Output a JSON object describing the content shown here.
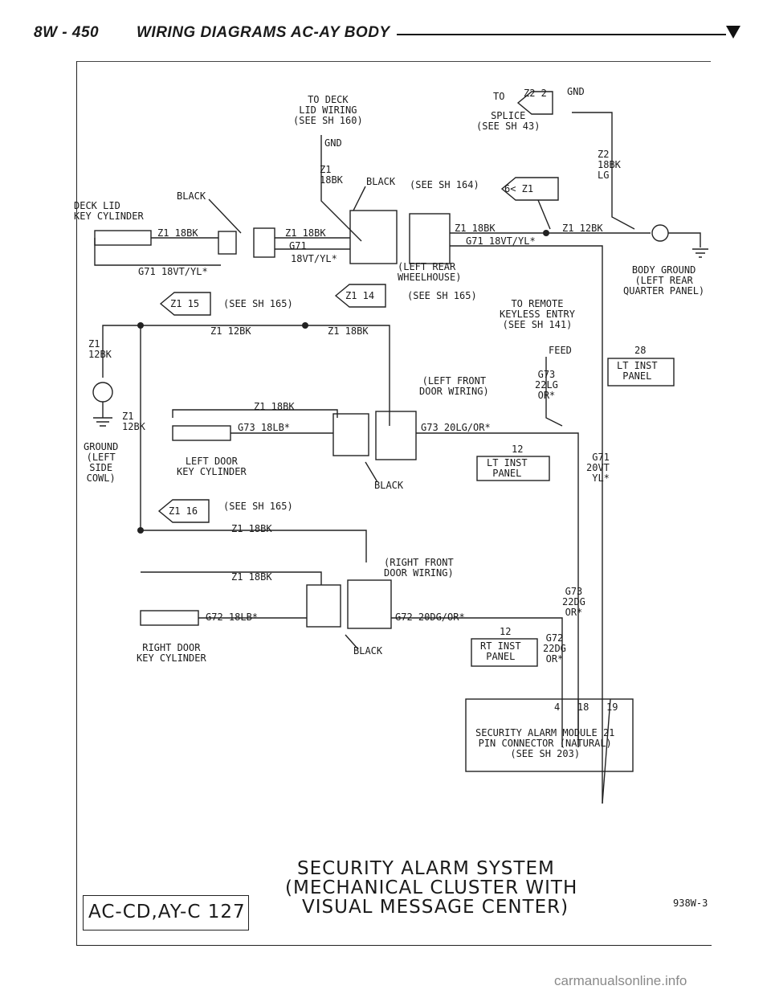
{
  "header": {
    "page_number": "8W - 450",
    "title": "WIRING DIAGRAMS AC-AY BODY"
  },
  "labels": {
    "to_deck_lid": "TO DECK\nLID WIRING\n(SEE SH 160)",
    "gnd_top": "GND",
    "z1_18bk_top": "Z1\n18BK",
    "black_top_center": "BLACK",
    "see_sh_164": "(SEE SH 164)",
    "splice_z1": "6< Z1",
    "to_splice": "TO",
    "splice_z22": "Z2 2",
    "gnd_right": "GND",
    "splice_see_43": "SPLICE\n(SEE SH 43)",
    "z2_18bk_lg": "Z2\n18BK\nLG",
    "deck_lid_key_cyl": "DECK LID\nKEY CYLINDER",
    "black_left": "BLACK",
    "z1_18bk_deck": "Z1 18BK",
    "z1_18bk_mid": "Z1 18BK",
    "g71_mid": "G71",
    "g71_18vt_yl_mid": "18VT/YL*",
    "g71_18vt_yl_left": "G71 18VT/YL*",
    "z1_18bk_right_conn": "Z1 18BK",
    "g71_18vt_yl_right": "G71 18VT/YL*",
    "left_rear_wheelhouse": "(LEFT REAR\nWHEELHOUSE)",
    "z1_12bk_right": "Z1 12BK",
    "body_ground": "BODY GROUND\n(LEFT REAR\nQUARTER PANEL)",
    "splice_z1_15": "Z1 15",
    "see_sh_165_a": "(SEE SH 165)",
    "splice_z1_14": "Z1 14",
    "see_sh_165_b": "(SEE SH 165)",
    "to_remote_keyless": "TO REMOTE\nKEYLESS ENTRY\n(SEE SH 141)",
    "z1_12bk_mid": "Z1 12BK",
    "z1_18bk_mid2": "Z1 18BK",
    "z1_12bk_left": "Z1\n12BK",
    "feed": "FEED",
    "left_front_door": "(LEFT FRONT\nDOOR WIRING)",
    "g73_22lg": "G73\n22LG\nOR*",
    "pin_28": "28",
    "lt_inst_panel_top": "LT INST\nPANEL",
    "z1_18bk_lfd": "Z1 18BK",
    "z1_12bk_ground": "Z1\n12BK",
    "g73_18lb": "G73 18LB*",
    "g73_20lg": "G73 20LG/OR*",
    "ground_left_side": "GROUND\n(LEFT\nSIDE\nCOWL)",
    "left_door_key_cyl": "LEFT DOOR\nKEY CYLINDER",
    "black_mid": "BLACK",
    "pin_12_a": "12",
    "lt_inst_panel_mid": "LT INST\nPANEL",
    "g71_20vt": "G71\n20VT\nYL*",
    "splice_z1_16": "Z1 16",
    "see_sh_165_c": "(SEE SH 165)",
    "z1_18bk_low1": "Z1 18BK",
    "right_front_door": "(RIGHT FRONT\nDOOR WIRING)",
    "z1_18bk_low2": "Z1 18BK",
    "g73_22dg": "G73\n22DG\nOR*",
    "g72_18lb": "G72 18LB*",
    "g72_20dg": "G72 20DG/OR*",
    "pin_12_b": "12",
    "g72_22dg": "G72\n22DG\nOR*",
    "rt_inst_panel": "RT INST\nPANEL",
    "black_low": "BLACK",
    "right_door_key_cyl": "RIGHT DOOR\nKEY CYLINDER",
    "pins_bottom": "4   18   19",
    "security_module": "SECURITY ALARM MODULE 21\nPIN CONNECTOR (NATURAL)\n(SEE SH 203)"
  },
  "footer": {
    "title_line1": "SECURITY ALARM SYSTEM",
    "title_line2": "(MECHANICAL CLUSTER WITH",
    "title_line3": "VISUAL MESSAGE CENTER)",
    "model_code": "AC-CD,AY-C 127",
    "figure_id": "938W-3"
  },
  "watermark": "carmanualsonline.info"
}
